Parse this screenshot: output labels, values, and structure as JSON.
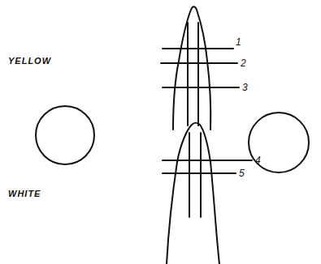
{
  "diagram": {
    "labels": [
      "YELLOW",
      "1",
      "2",
      "3",
      "WHITE",
      "4",
      "5"
    ]
  }
}
